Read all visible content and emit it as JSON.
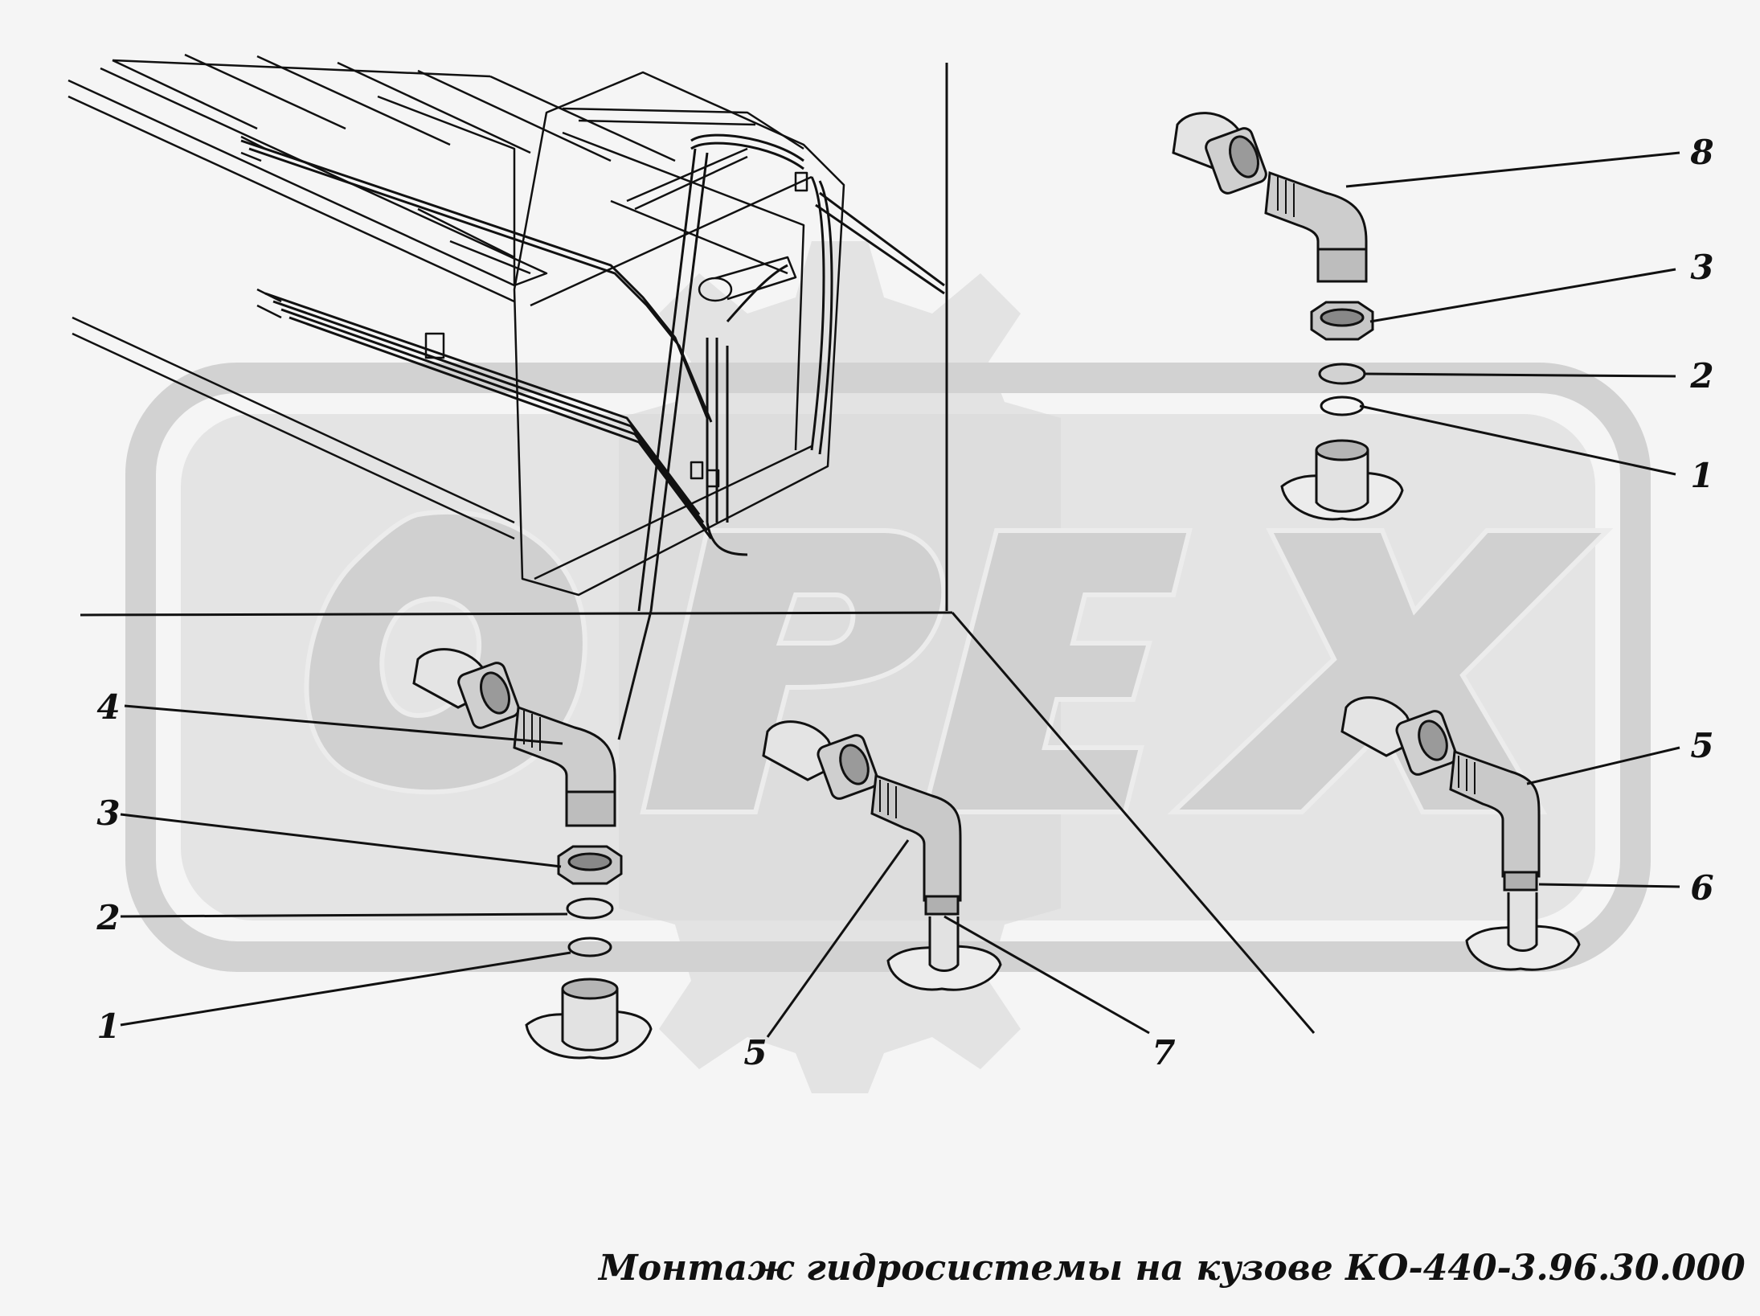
{
  "caption": "Монтаж гидросистемы на кузове КО-440-3.96.30.000",
  "watermark": {
    "text": "OPEX",
    "color": "#d2d2d2"
  },
  "callouts": {
    "top_right": [
      "8",
      "3",
      "2",
      "1"
    ],
    "bottom_left": [
      "4",
      "3",
      "2",
      "1"
    ],
    "bottom_middle": [
      "5",
      "7"
    ],
    "bottom_right": [
      "5",
      "6"
    ]
  },
  "colors": {
    "line": "#111111",
    "paper": "#f5f5f5",
    "shade": "#bdbdbd"
  }
}
